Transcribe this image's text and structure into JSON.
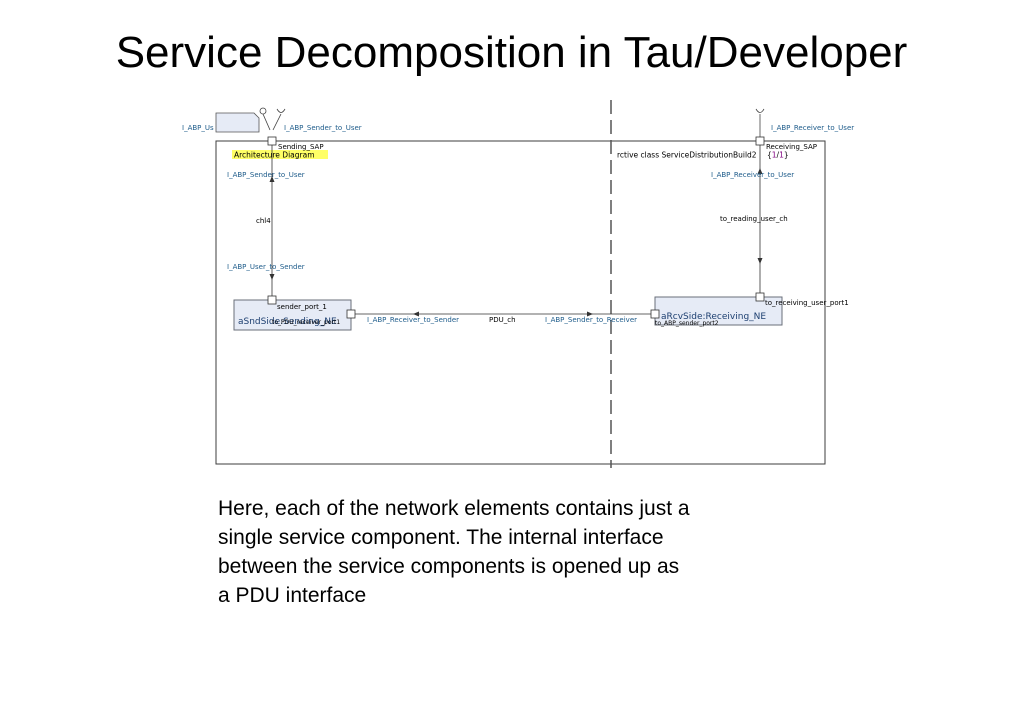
{
  "title": "Service Decomposition in Tau/Developer",
  "diagram": {
    "architecture_label": "Architecture Diagram",
    "class_header": "rctive class ServiceDistributionBuild2",
    "page_open": "{",
    "page_num": "1",
    "page_sep": "/",
    "page_total": "1",
    "page_close": "}",
    "top_left_interface": "I_ABP_Us",
    "top_sender_to_user": "I_ABP_Sender_to_User",
    "top_receiver_to_user": "I_ABP_Receiver_to_User",
    "sending_sap": "Sending_SAP",
    "receiving_sap": "Receiving_SAP",
    "left_sender_to_user": "I_ABP_Sender_to_User",
    "left_channel": "chl4",
    "left_user_to_sender": "I_ABP_User_to_Sender",
    "right_receiver_to_user": "I_ABP_Receiver_to_User",
    "right_channel": "to_reading_user_ch",
    "sender_port": "sender_port_1",
    "sender_instance": "aSndSide:Sending_NE",
    "sender_overlap": "to_PDU_receiver_port1",
    "receiver_port": "to_receiving_user_port1",
    "receiver_instance": "aRcvSide:Receiving_NE",
    "receiver_sub": "to_ABP_sender_port2",
    "mid_receiver_to_sender": "I_ABP_Receiver_to_Sender",
    "mid_channel": "PDU_ch",
    "mid_sender_to_receiver": "I_ABP_Sender_to_Receiver"
  },
  "caption_lines": [
    "Here, each of the network elements contains just a",
    "single service component.  The internal interface",
    "between the service components is opened up as",
    "a PDU interface"
  ],
  "colors": {
    "highlight": "#ffff66",
    "label_blue": "#1d5b8a",
    "keyword_purple": "#800080",
    "instance_fill": "#e6ebf6",
    "frame_border": "#3d3d3d"
  }
}
